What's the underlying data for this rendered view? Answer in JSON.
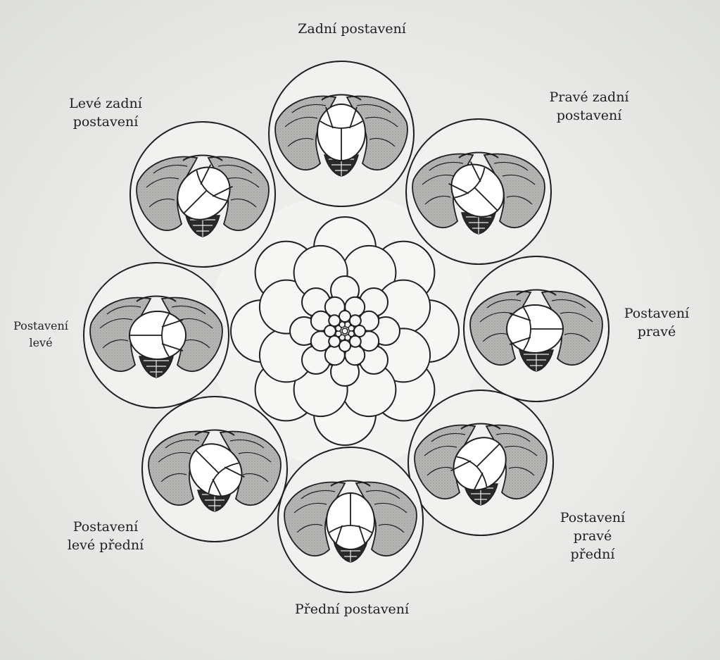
{
  "colors": {
    "ink": "#1f1f1f",
    "pelvis_fill": "#a9aaa8",
    "paper": "#f1f2f0"
  },
  "positions": [
    {
      "id": "top",
      "label": "Zadní postavení",
      "head_rotation_deg": 0
    },
    {
      "id": "top-right",
      "label": "Pravé zadní\npostavení",
      "head_rotation_deg": -45
    },
    {
      "id": "right",
      "label": "Postavení\npravé",
      "head_rotation_deg": -90
    },
    {
      "id": "bottom-right",
      "label": "Postavení\npravé\npřední",
      "head_rotation_deg": -135
    },
    {
      "id": "bottom",
      "label": "Přední postavení",
      "head_rotation_deg": 180
    },
    {
      "id": "bottom-left",
      "label": "Postavení\nlevé přední",
      "head_rotation_deg": 135
    },
    {
      "id": "left",
      "label": "Postavení\nlevé",
      "head_rotation_deg": 90
    },
    {
      "id": "top-left",
      "label": "Levé zadní\npostavení",
      "head_rotation_deg": 45
    }
  ],
  "center_rings": [
    {
      "count": 8,
      "phase": 0
    },
    {
      "count": 8,
      "phase": 22.5
    },
    {
      "count": 8,
      "phase": 0
    },
    {
      "count": 8,
      "phase": 22.5
    },
    {
      "count": 8,
      "phase": 0
    }
  ],
  "icon": "pelvis-with-fetal-head-icon"
}
